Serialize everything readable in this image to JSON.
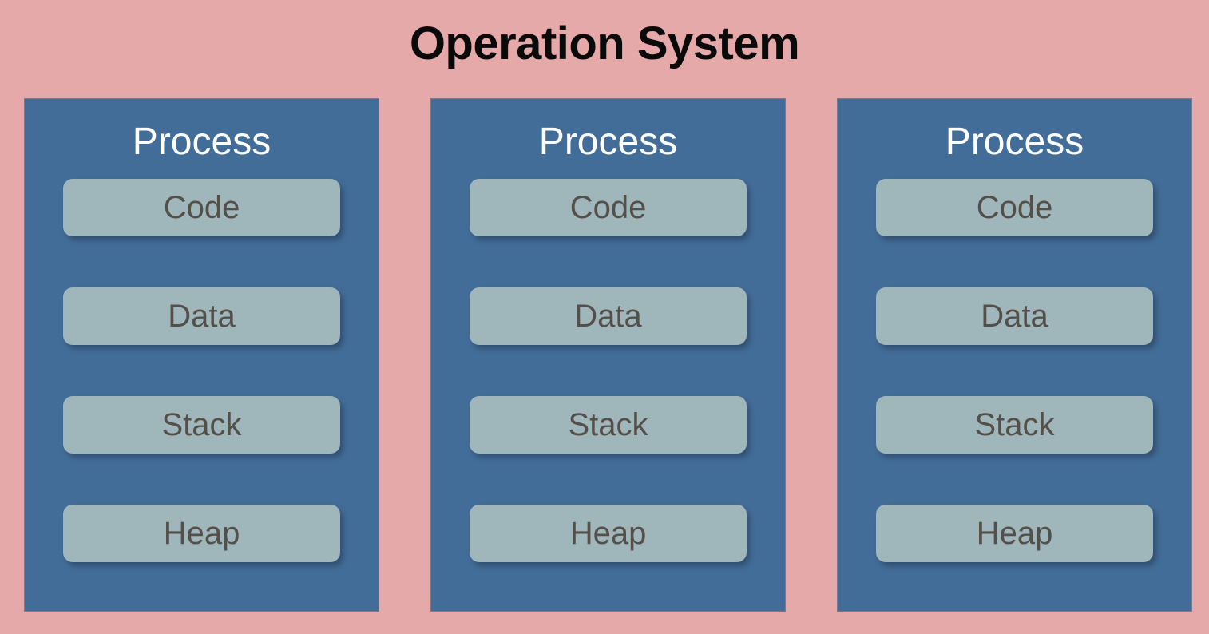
{
  "diagram": {
    "title": "Operation System",
    "background_color": "#e4a9a8",
    "title_color": "#0a0a0a",
    "process_box_color": "#436d99",
    "segment_pill_color": "#9fb6bb",
    "segment_label_color": "#554f4a",
    "process_heading_color": "#ffffff",
    "processes": [
      {
        "heading": "Process",
        "segments": [
          {
            "label": "Code"
          },
          {
            "label": "Data"
          },
          {
            "label": "Stack"
          },
          {
            "label": "Heap"
          }
        ]
      },
      {
        "heading": "Process",
        "segments": [
          {
            "label": "Code"
          },
          {
            "label": "Data"
          },
          {
            "label": "Stack"
          },
          {
            "label": "Heap"
          }
        ]
      },
      {
        "heading": "Process",
        "segments": [
          {
            "label": "Code"
          },
          {
            "label": "Data"
          },
          {
            "label": "Stack"
          },
          {
            "label": "Heap"
          }
        ]
      }
    ]
  }
}
